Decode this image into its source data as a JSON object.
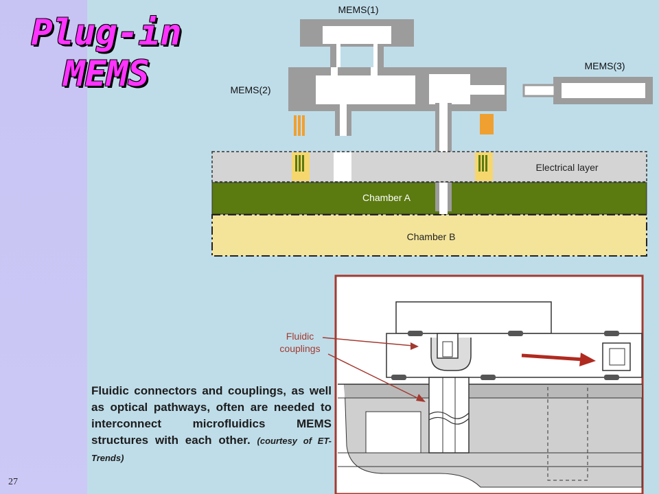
{
  "slide": {
    "title_line1": "Plug-in",
    "title_line2": "MEMS",
    "slide_number": "27"
  },
  "diagram_top": {
    "mems1": "MEMS(1)",
    "mems2": "MEMS(2)",
    "mems3": "MEMS(3)",
    "electrical_layer": "Electrical layer",
    "chamber_a": "Chamber A",
    "chamber_b": "Chamber B"
  },
  "diagram_bottom": {
    "fluidic_line1": "Fluidic",
    "fluidic_line2": "couplings"
  },
  "caption": {
    "text": "Fluidic connectors and couplings, as well as optical pathways, often are needed to interconnect microfluidics MEMS structures with each other.",
    "credit": "(courtesy of ET-Trends)"
  },
  "colors": {
    "sidebar": "#c9c5f5",
    "panel": "#bfdde9",
    "title": "#ff33ff",
    "chamber_a": "#5b7a10",
    "chamber_b": "#f4e49a",
    "electrical_layer": "#d4d4d4",
    "connector_orange": "#f0a030",
    "frame_red": "#a33a30"
  }
}
